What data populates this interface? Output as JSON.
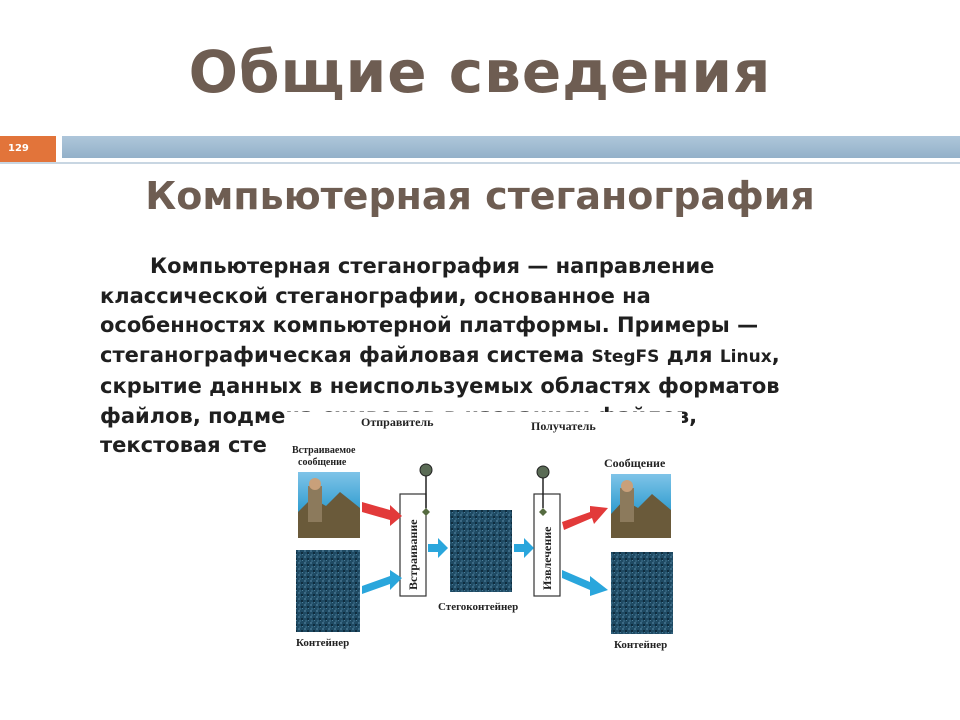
{
  "slide": {
    "title": "Общие сведения",
    "number": "129",
    "subtitle": "Компьютерная стеганография"
  },
  "body": {
    "line1": "Компьютерная стеганография — направление",
    "line2": "классической стеганографии, основанное на",
    "line3": "особенностях компьютерной платформы. Примеры —",
    "line4a": "стеганографическая файловая система ",
    "line4b": "StegFS",
    "line4c": " для ",
    "line4d": "Linux",
    "line4e": ",",
    "line5": "скрытие данных в неиспользуемых областях форматов",
    "line6": "файлов, подмена символов в названиях файлов,",
    "line7": "текстовая сте"
  },
  "diagram": {
    "sender": "Отправитель",
    "receiver": "Получатель",
    "embedded_message_1": "Встраиваемое",
    "embedded_message_2": "сообщение",
    "message": "Сообщение",
    "container_left": "Контейнер",
    "container_right": "Контейнер",
    "embedding": "Встраивание",
    "extraction": "Извлечение",
    "stego_container": "Стегоконтейнер",
    "colors": {
      "red_arrow": "#e23a3a",
      "blue_arrow": "#2aa6dc",
      "noise": "#1f4a63"
    }
  }
}
